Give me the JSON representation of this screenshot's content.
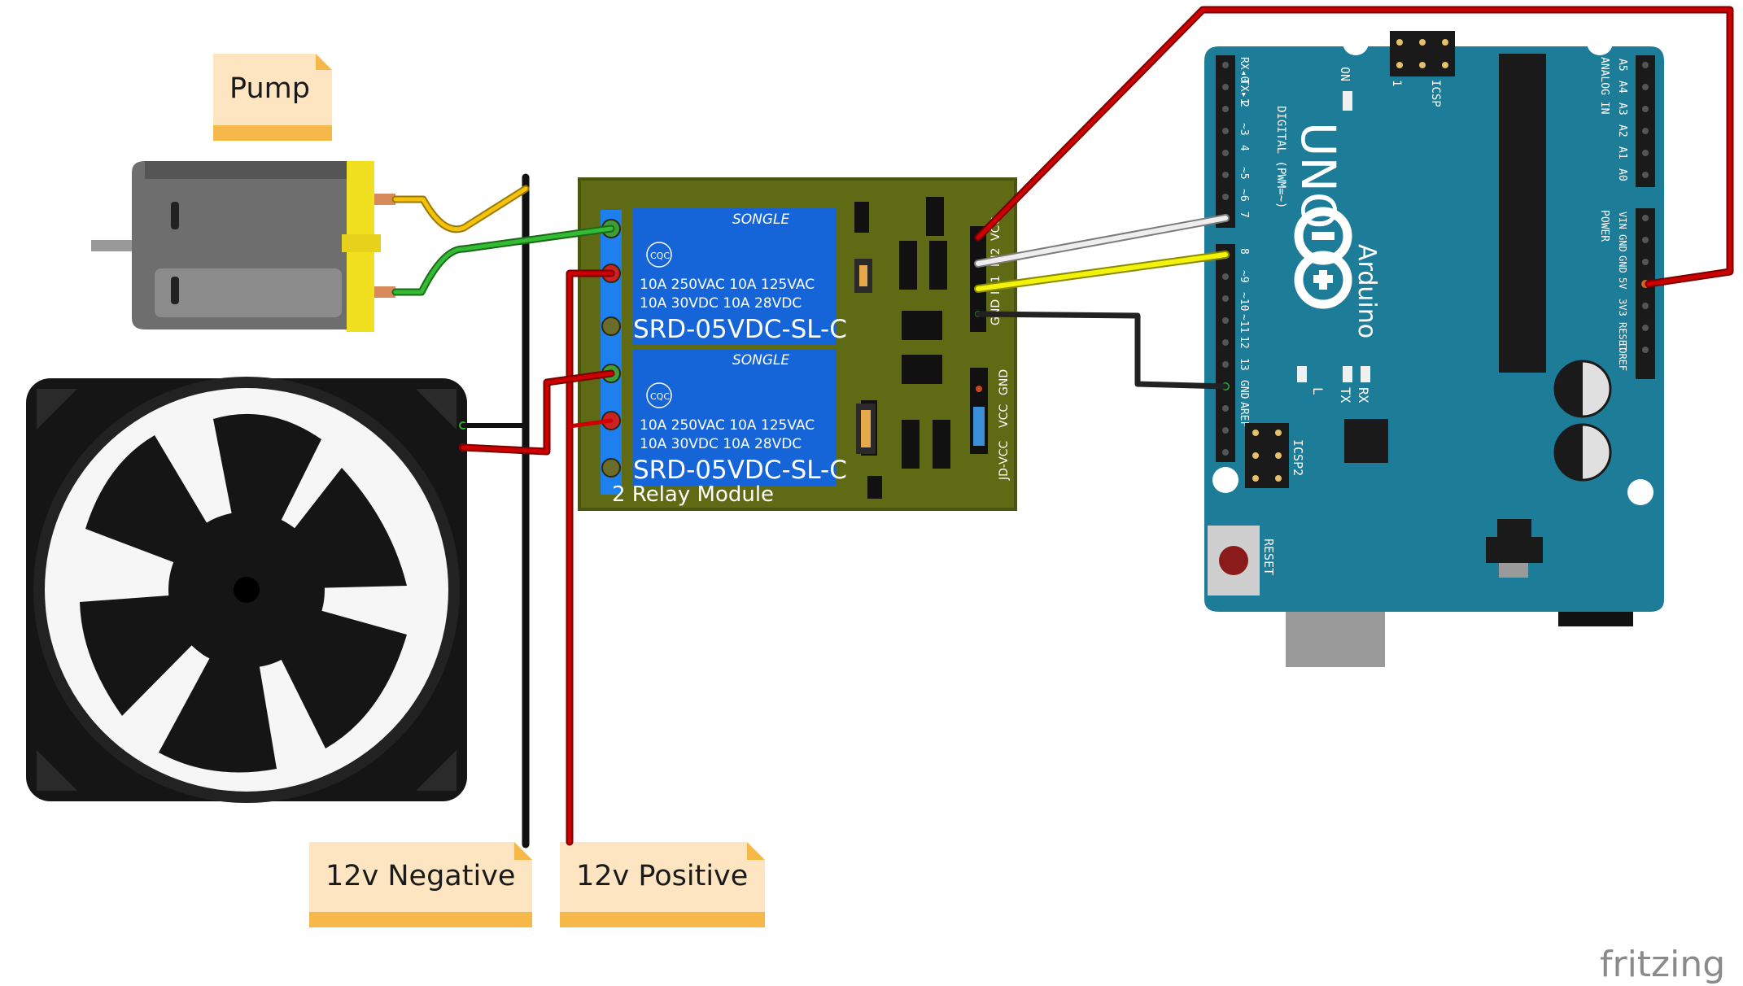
{
  "notes": {
    "pump": "Pump",
    "negative": "12v  Negative",
    "positive": "12v Positive"
  },
  "relay_module": {
    "brand_top": "SONGLE",
    "brand_bottom": "SONGLE",
    "cert": "CQC",
    "ratings_line1": "10A  250VAC  10A  125VAC",
    "ratings_line2": "10A    30VDC  10A   28VDC",
    "model_top": "SRD-05VDC-SL-C",
    "model_bottom": "SRD-05VDC-SL-C",
    "title": "2 Relay Module",
    "header_pins": [
      "GND",
      "IN1",
      "IN2",
      "VCC"
    ],
    "jumper_pins": [
      "JD-VCC",
      "VCC",
      "GND"
    ]
  },
  "arduino": {
    "model": "UNO",
    "brand": "Arduino",
    "digital_label": "DIGITAL (PWM=~)",
    "analog_label": "ANALOG IN",
    "power_label": "POWER",
    "on_label": "ON",
    "icsp_label": "ICSP",
    "icsp2_label": "ICSP2",
    "reset_label": "RESET",
    "led_labels": [
      "L",
      "TX",
      "RX"
    ],
    "digital_pins_top": [
      "RX◂0",
      "TX▸1",
      "2",
      "~3",
      "4",
      "~5",
      "~6",
      "7"
    ],
    "digital_pins_bottom": [
      "8",
      "~9",
      "~10",
      "~11",
      "12",
      "13",
      "GND",
      "AREF"
    ],
    "analog_pins": [
      "A5",
      "A4",
      "A3",
      "A2",
      "A1",
      "A0"
    ],
    "power_pins": [
      "VIN",
      "GND",
      "GND",
      "5V",
      "3V3",
      "RESET",
      "IOREF"
    ],
    "icsp_pin1": "1"
  },
  "wires": [
    {
      "id": "5v",
      "color": "#cc0000"
    },
    {
      "id": "in1",
      "color": "#e8e8e8"
    },
    {
      "id": "in2",
      "color": "#f2f20a"
    },
    {
      "id": "gnd",
      "color": "#222222"
    },
    {
      "id": "12v-neg",
      "color": "#111111"
    },
    {
      "id": "12v-pos",
      "color": "#cc0000"
    },
    {
      "id": "pump-green",
      "color": "#33bb33"
    },
    {
      "id": "pump-yellow",
      "color": "#f4c20d"
    }
  ],
  "colors": {
    "arduino_board": "#1d7c98",
    "relay_pcb": "#5f6b14",
    "relay_body": "#1565d8",
    "note_fill": "#fde5c2",
    "note_band": "#f7b84a"
  },
  "footer": {
    "brand": "fritzing"
  }
}
